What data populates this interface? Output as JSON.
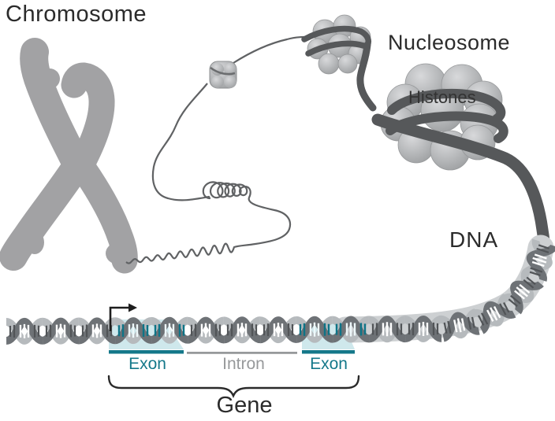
{
  "labels": {
    "chromosome": "Chromosome",
    "nucleosome": "Nucleosome",
    "histones": "Histones",
    "dna": "DNA",
    "exon_left": "Exon",
    "intron": "Intron",
    "exon_right": "Exon",
    "gene": "Gene"
  },
  "colors": {
    "accent_teal": "#14788a",
    "highlight_teal": "#cfe8ec",
    "intron_gray": "#97999b",
    "text_dark": "#2b2b2b",
    "chromatin_gray": "#a2a2a4",
    "strand_dark": "#56585a"
  }
}
